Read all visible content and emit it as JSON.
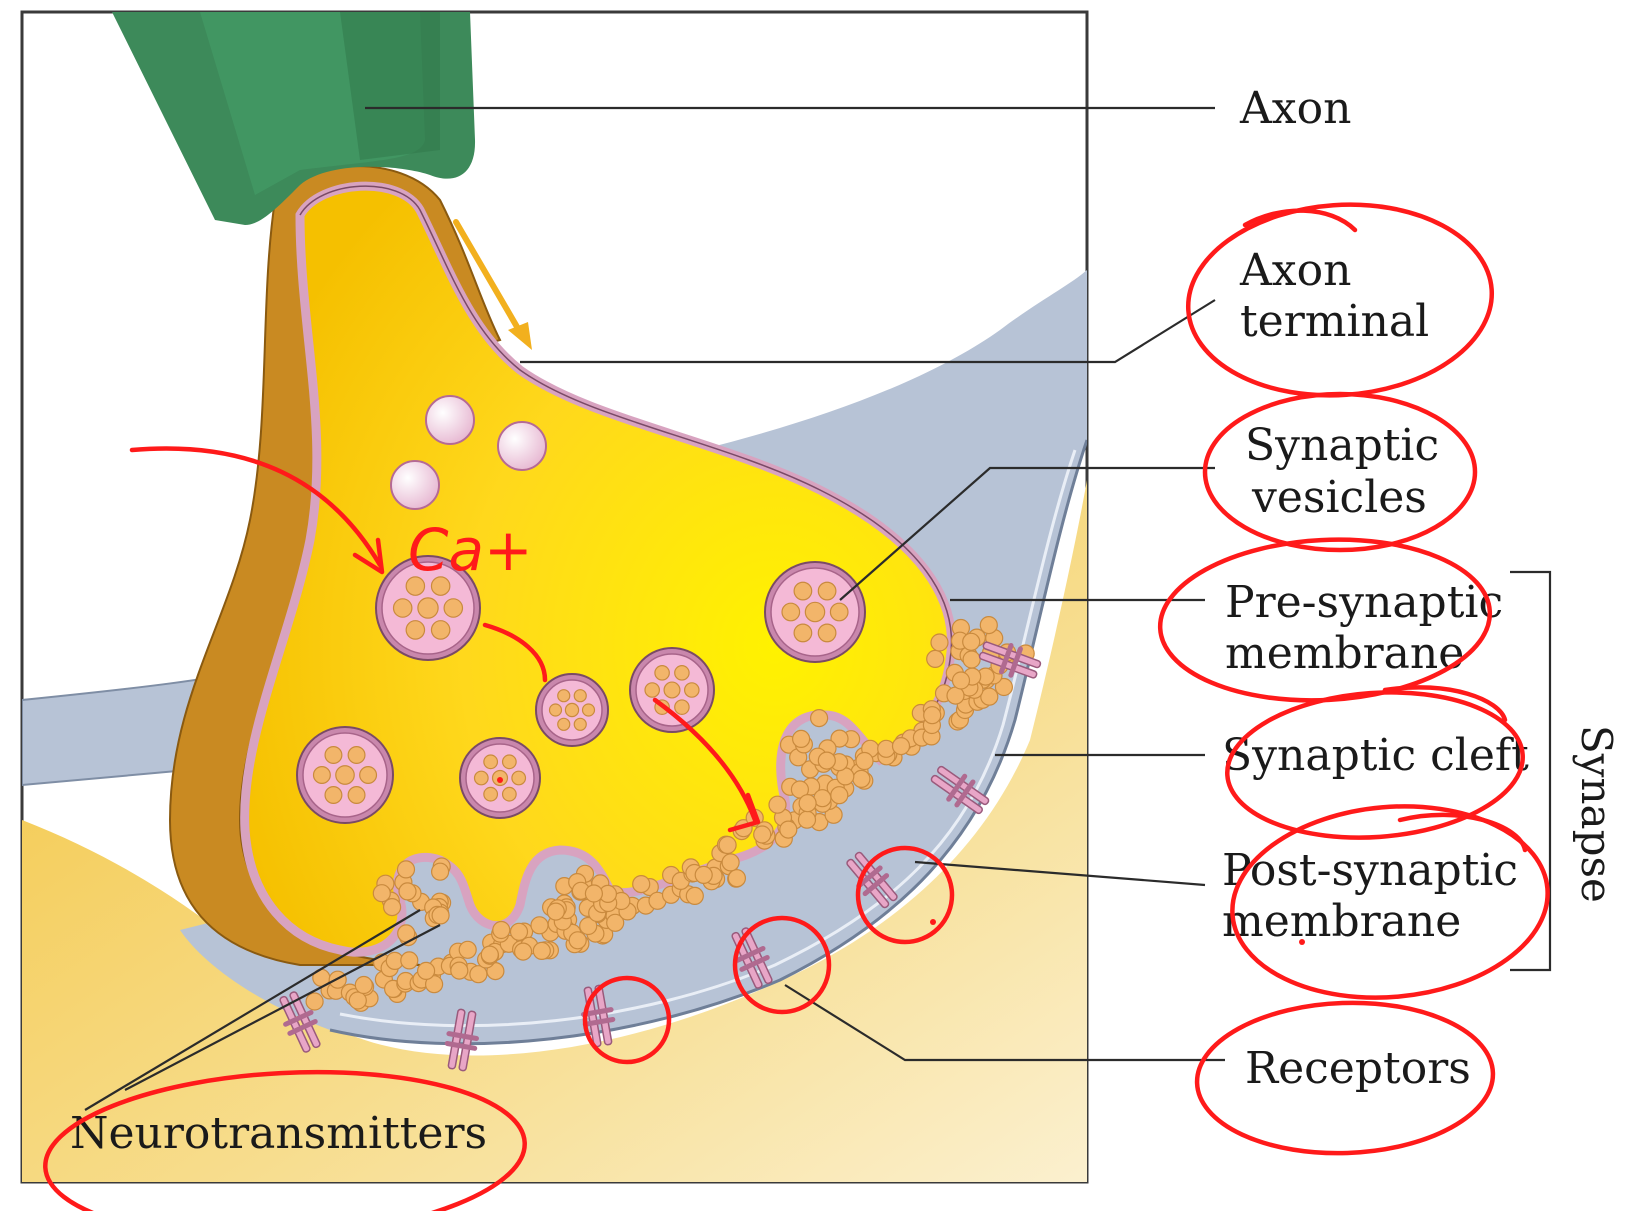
{
  "labels": {
    "axon": "Axon",
    "axon_terminal": [
      "Axon",
      "terminal"
    ],
    "synaptic_vesicles": [
      "Synaptic",
      "vesicles"
    ],
    "pre_synaptic_membrane": [
      "Pre-synaptic",
      "membrane"
    ],
    "synaptic_cleft": "Synaptic cleft",
    "post_synaptic_membrane": [
      "Post-synaptic",
      "membrane"
    ],
    "receptors": "Receptors",
    "neurotransmitters": "Neurotransmitters",
    "synapse": "Synapse"
  },
  "handwritten_note": "Ca+",
  "colors": {
    "axon": "#3d8a5a",
    "myelin": "#c98a22",
    "terminal": "#ffd21a",
    "membrane": "#d8a3c0",
    "cleft": "#b7c3d6",
    "postsynaptic": "#f6d36a",
    "annotation": "#ff1a1a",
    "arrow": "#f2b01e"
  },
  "icons": {
    "vesicle": "vesicle-icon",
    "receptor": "receptor-icon",
    "arrow": "arrow-icon"
  }
}
